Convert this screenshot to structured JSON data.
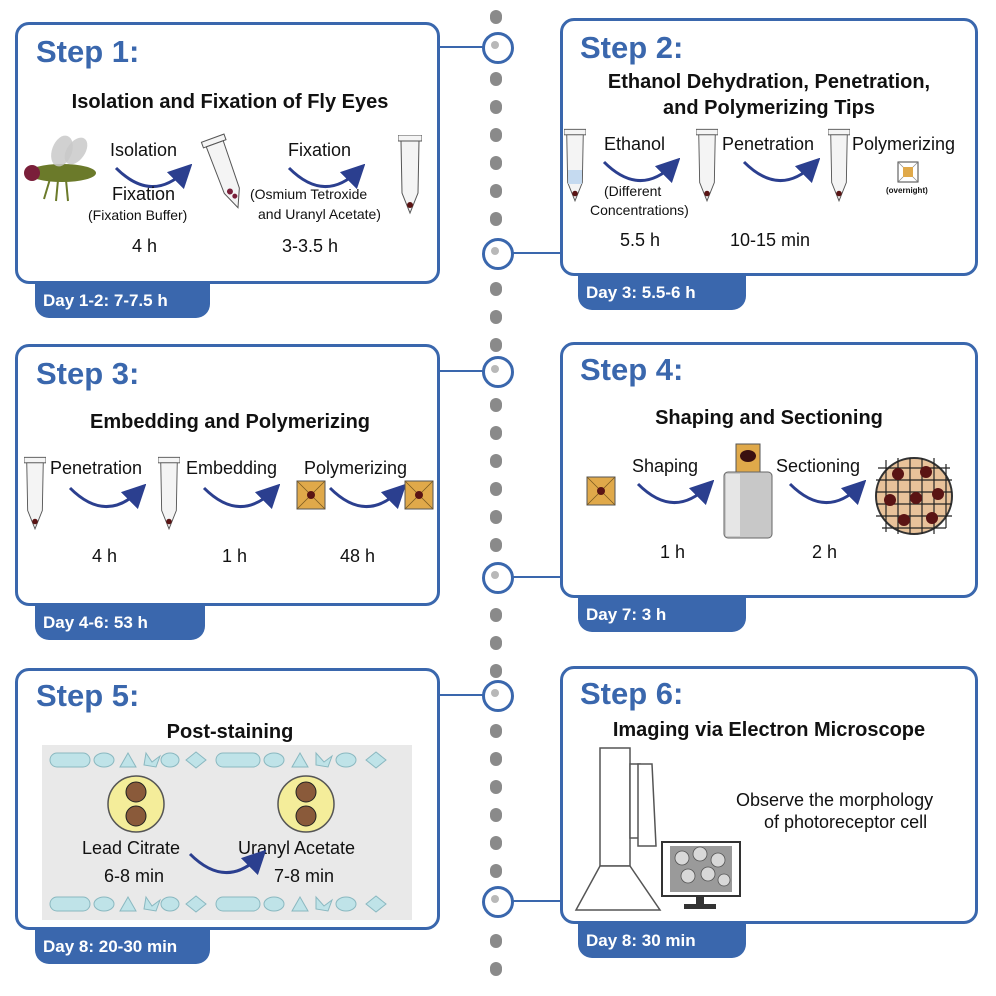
{
  "colors": {
    "accent": "#3a67ad",
    "arrow": "#2b3f8f",
    "block": "#e0a94a",
    "tissue": "#5a1414"
  },
  "step1": {
    "title": "Step 1:",
    "subtitle": "Isolation and Fixation of Fly Eyes",
    "isolation": "Isolation",
    "fixation_a": "Fixation",
    "fixation_a_sub": "(Fixation Buffer)",
    "fixation_b": "Fixation",
    "fixation_b_sub1": "(Osmium Tetroxide",
    "fixation_b_sub2": "and Uranyl Acetate)",
    "time_a": "4 h",
    "time_b": "3-3.5 h",
    "day": "Day 1-2: 7-7.5 h"
  },
  "step2": {
    "title": "Step 2:",
    "subtitle1": "Ethanol Dehydration, Penetration,",
    "subtitle2": "and Polymerizing Tips",
    "ethanol": "Ethanol",
    "ethanol_sub1": "(Different",
    "ethanol_sub2": "Concentrations)",
    "penetration": "Penetration",
    "polymerizing": "Polymerizing",
    "overnight": "(overnight)",
    "time_a": "5.5 h",
    "time_b": "10-15 min",
    "day": "Day 3: 5.5-6 h"
  },
  "step3": {
    "title": "Step 3:",
    "subtitle": "Embedding and Polymerizing",
    "penetration": "Penetration",
    "embedding": "Embedding",
    "polymerizing": "Polymerizing",
    "time_a": "4 h",
    "time_b": "1 h",
    "time_c": "48 h",
    "day": "Day 4-6: 53 h"
  },
  "step4": {
    "title": "Step 4:",
    "subtitle": "Shaping and Sectioning",
    "shaping": "Shaping",
    "sectioning": "Sectioning",
    "time_a": "1 h",
    "time_b": "2 h",
    "day": "Day 7: 3 h"
  },
  "step5": {
    "title": "Step 5:",
    "subtitle": "Post-staining",
    "lead": "Lead Citrate",
    "uranyl": "Uranyl Acetate",
    "time_a": "6-8 min",
    "time_b": "7-8 min",
    "day": "Day 8: 20-30 min"
  },
  "step6": {
    "title": "Step 6:",
    "subtitle": "Imaging via Electron Microscope",
    "observe1": "Observe the morphology",
    "observe2": "of photoreceptor cell",
    "day": "Day 8: 30 min"
  }
}
